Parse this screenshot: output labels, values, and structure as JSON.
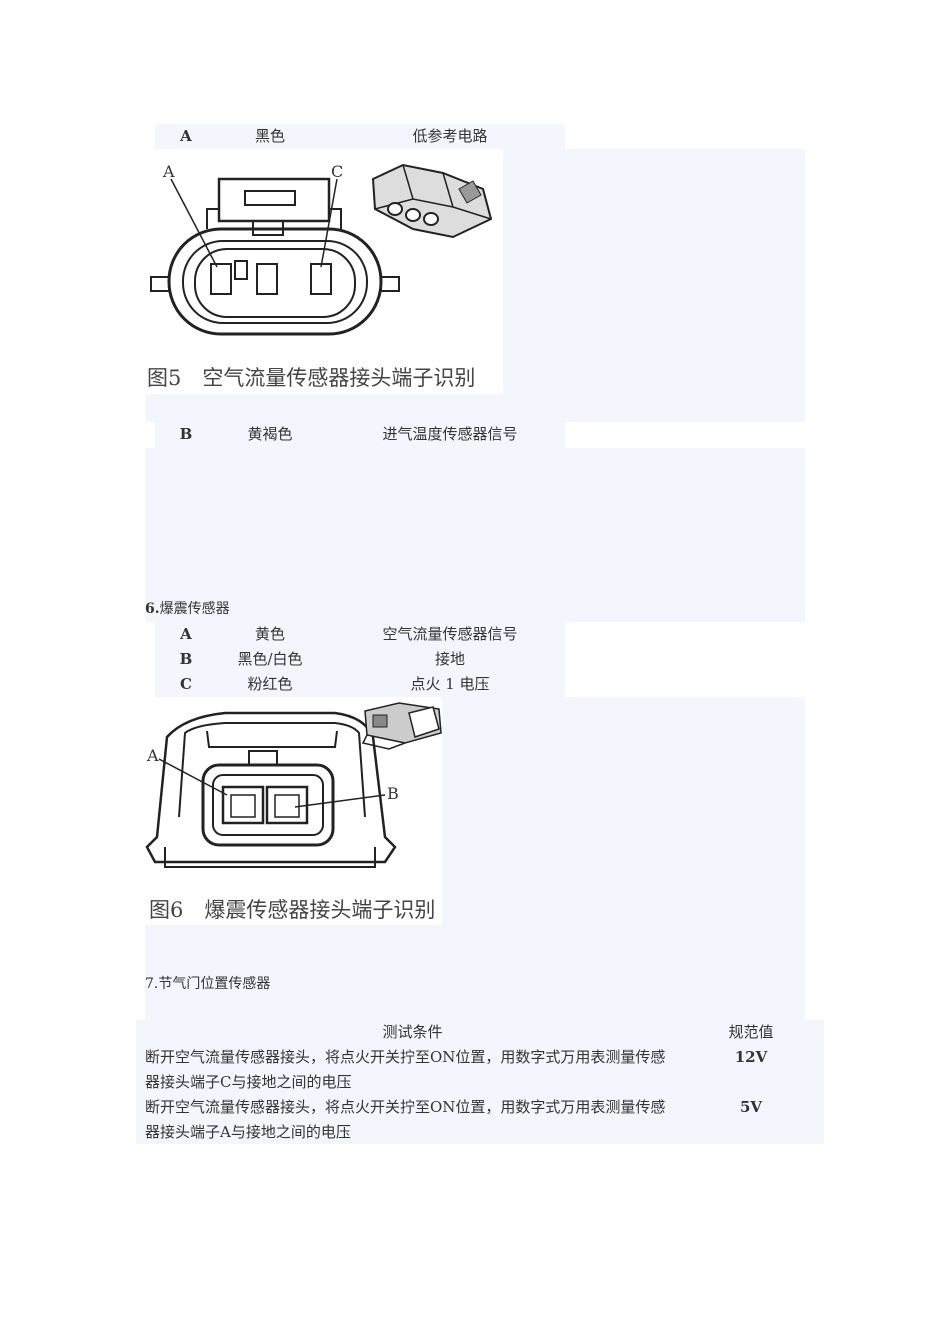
{
  "mass_air_flow_table": {
    "rows": [
      {
        "pin": "A",
        "color": "黑色",
        "function": "低参考电路"
      },
      {
        "pin": "B",
        "color": "黄褐色",
        "function": "进气温度传感器信号"
      }
    ]
  },
  "figure5": {
    "caption": "图5　空气流量传感器接头端子识别",
    "label_a": "A",
    "label_c": "C"
  },
  "section6": {
    "number": "6.",
    "title": "爆震传感器",
    "rows": [
      {
        "pin": "A",
        "color": "黄色",
        "function": "空气流量传感器信号"
      },
      {
        "pin": "B",
        "color": "黑色/白色",
        "function": "接地"
      },
      {
        "pin": "C",
        "color": "粉红色",
        "function": "点火 1 电压"
      }
    ]
  },
  "figure6": {
    "caption": "图6　爆震传感器接头端子识别",
    "label_a": "A",
    "label_b": "B"
  },
  "section7": {
    "title": "7.节气门位置传感器"
  },
  "test_table": {
    "header_condition": "测试条件",
    "header_spec": "规范值",
    "rows": [
      {
        "condition": "断开空气流量传感器接头，将点火开关拧至ON位置，用数字式万用表测量传感器接头端子C与接地之间的电压",
        "spec": "12V"
      },
      {
        "condition": "断开空气流量传感器接头，将点火开关拧至ON位置，用数字式万用表测量传感器接头端子A与接地之间的电压",
        "spec": "5V"
      }
    ]
  }
}
